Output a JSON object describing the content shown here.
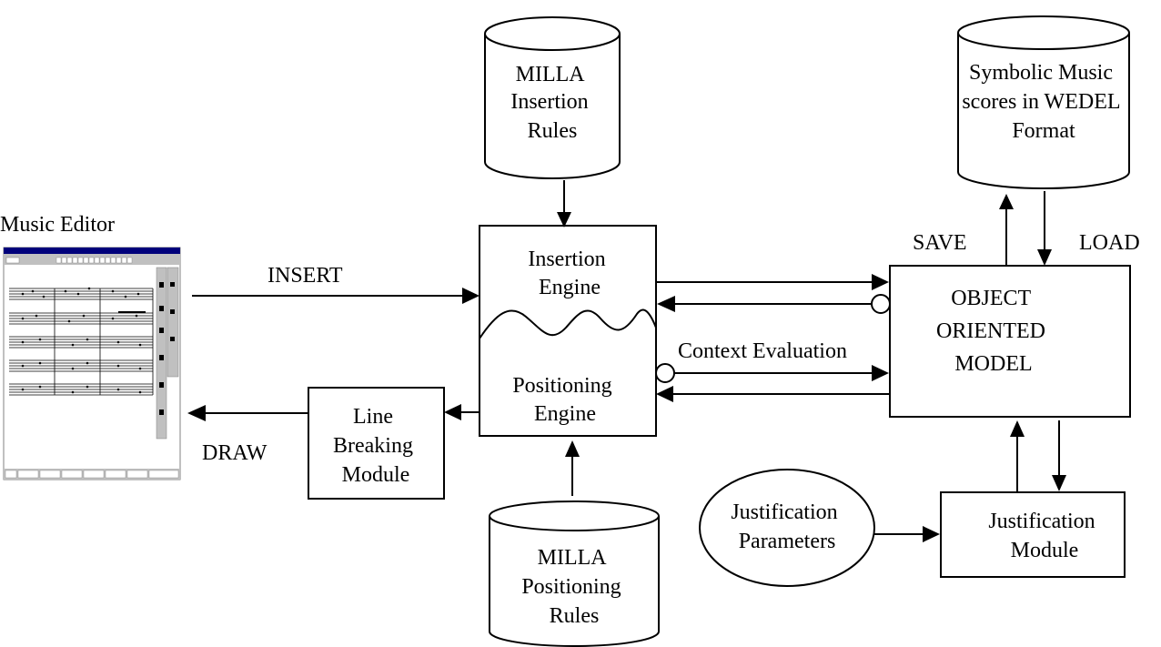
{
  "nodes": {
    "milla_insertion": {
      "lines": [
        "MILLA",
        "Insertion",
        "Rules"
      ]
    },
    "symbolic_scores": {
      "lines": [
        "Symbolic Music",
        "scores in WEDEL",
        "Format"
      ]
    },
    "music_editor": {
      "label": "Music Editor"
    },
    "engine_box": {
      "insertion_lines": [
        "Insertion",
        "Engine"
      ],
      "positioning_lines": [
        "Positioning",
        "Engine"
      ]
    },
    "object_model": {
      "lines": [
        "OBJECT",
        "ORIENTED",
        "MODEL"
      ]
    },
    "line_breaking": {
      "lines": [
        "Line",
        "Breaking",
        "Module"
      ]
    },
    "justification_params": {
      "lines": [
        "Justification",
        "Parameters"
      ]
    },
    "justification_module": {
      "lines": [
        "Justification",
        "Module"
      ]
    },
    "milla_positioning": {
      "lines": [
        "MILLA",
        "Positioning",
        "Rules"
      ]
    }
  },
  "edges": {
    "insert": "INSERT",
    "draw": "DRAW",
    "save": "SAVE",
    "load": "LOAD",
    "context": "Context Evaluation"
  },
  "colors": {
    "stroke": "#000000",
    "background": "#ffffff",
    "titlebar": "#00007b",
    "ui_gray": "#c0c0c0"
  }
}
